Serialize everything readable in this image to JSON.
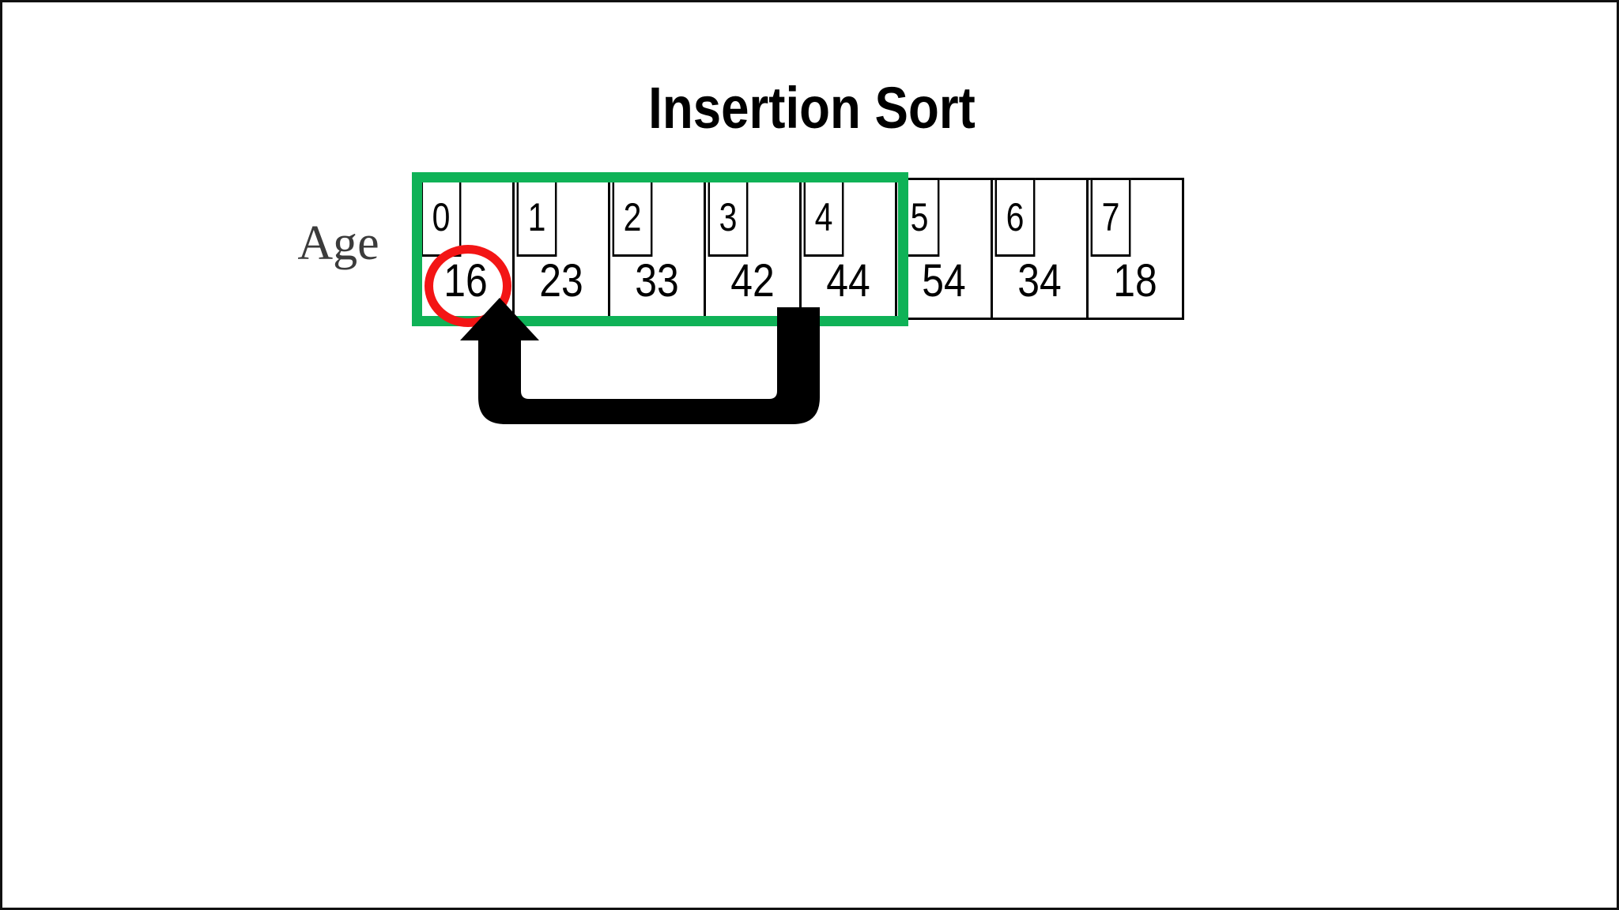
{
  "slide": {
    "title": "Insertion Sort",
    "background_color": "#ffffff",
    "border_color": "#111111"
  },
  "row_label": "Age",
  "colors": {
    "highlight_green": "#0FB257",
    "marker_red": "#F31515",
    "arrow_black": "#000000",
    "text_black": "#000000",
    "label_gray": "#3b3b3b"
  },
  "array": {
    "name": "Age",
    "length": 8,
    "indices": [
      "0",
      "1",
      "2",
      "3",
      "4",
      "5",
      "6",
      "7"
    ],
    "values": [
      "16",
      "23",
      "33",
      "42",
      "44",
      "54",
      "34",
      "18"
    ],
    "cells": [
      {
        "index": "0",
        "value": "16",
        "in_sorted_region": true,
        "circled": true
      },
      {
        "index": "1",
        "value": "23",
        "in_sorted_region": true,
        "circled": false
      },
      {
        "index": "2",
        "value": "33",
        "in_sorted_region": true,
        "circled": false
      },
      {
        "index": "3",
        "value": "42",
        "in_sorted_region": true,
        "circled": false
      },
      {
        "index": "4",
        "value": "44",
        "in_sorted_region": true,
        "circled": false
      },
      {
        "index": "5",
        "value": "54",
        "in_sorted_region": false,
        "circled": false
      },
      {
        "index": "6",
        "value": "34",
        "in_sorted_region": false,
        "circled": false
      },
      {
        "index": "7",
        "value": "18",
        "in_sorted_region": false,
        "circled": false
      }
    ]
  },
  "annotations": {
    "sorted_region": {
      "from_index": "0",
      "to_index": "4",
      "color": "#0FB257"
    },
    "circle_marker": {
      "at_index": "0",
      "at_value": "16",
      "color": "#F31515"
    },
    "return_arrow": {
      "from_index": "4",
      "to_index": "0",
      "color": "#000000"
    }
  }
}
